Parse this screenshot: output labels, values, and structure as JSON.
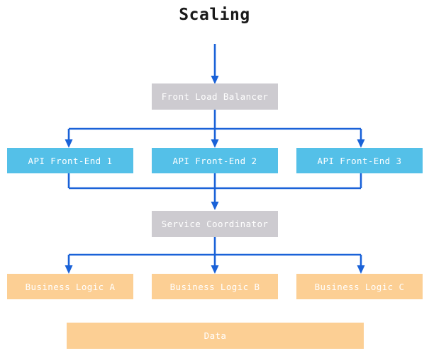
{
  "diagram": {
    "title": "Scaling",
    "type": "flowchart",
    "colors": {
      "background": "#ffffff",
      "title_text": "#1a1a1a",
      "gray_node": "#cdcbd0",
      "cyan_node": "#54c0e8",
      "orange_node": "#fccf94",
      "node_text": "#ffffff",
      "connector": "#1a62d8"
    },
    "layers": [
      {
        "name": "entry",
        "nodes": [
          {
            "id": "front-load-balancer",
            "label": "Front Load Balancer",
            "style": "gray"
          }
        ]
      },
      {
        "name": "api-tier",
        "nodes": [
          {
            "id": "api-front-end-1",
            "label": "API Front-End 1",
            "style": "cyan"
          },
          {
            "id": "api-front-end-2",
            "label": "API Front-End 2",
            "style": "cyan"
          },
          {
            "id": "api-front-end-3",
            "label": "API Front-End 3",
            "style": "cyan"
          }
        ]
      },
      {
        "name": "coordination",
        "nodes": [
          {
            "id": "service-coordinator",
            "label": "Service Coordinator",
            "style": "gray"
          }
        ]
      },
      {
        "name": "business-tier",
        "nodes": [
          {
            "id": "business-logic-a",
            "label": "Business Logic A",
            "style": "orange"
          },
          {
            "id": "business-logic-b",
            "label": "Business Logic B",
            "style": "orange"
          },
          {
            "id": "business-logic-c",
            "label": "Business Logic C",
            "style": "orange"
          }
        ]
      },
      {
        "name": "storage",
        "nodes": [
          {
            "id": "data",
            "label": "Data",
            "style": "orange"
          }
        ]
      }
    ]
  }
}
